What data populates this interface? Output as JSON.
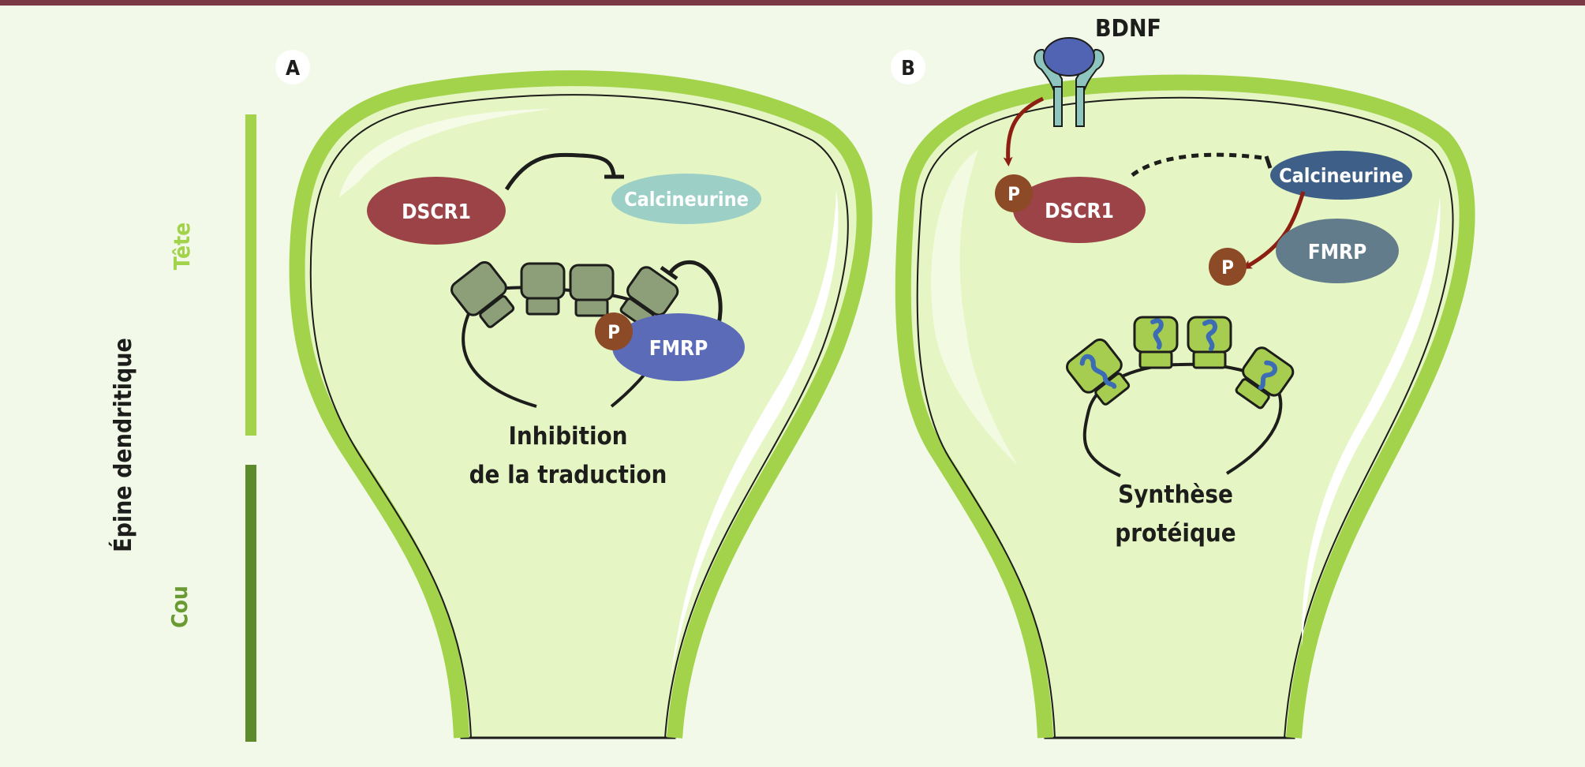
{
  "colors": {
    "background": "#f2f9e8",
    "top_bar": "#7a3a45",
    "membrane": "#a2d34b",
    "membrane_outline": "#1d1d1b",
    "cytoplasm": "#e5f6c4",
    "head_bar": "#a2d34b",
    "neck_bar": "#5d8a2a",
    "dscr1": "#9c4347",
    "calcineurine_inactive": "#9ccfc6",
    "calcineurine_active": "#3e5f87",
    "fmrp_active": "#5b6bb8",
    "fmrp_inactive": "#627c8c",
    "phosphate": "#8c4a26",
    "ribosome_inactive": "#8c9f78",
    "ribosome_active": "#a6cc50",
    "protein_chain": "#3c6cb4",
    "activation_arrow": "#8c1f12",
    "receptor": "#8ec6bf",
    "bdnf": "#5163b3"
  },
  "side_labels": {
    "head": "Tête",
    "neck": "Cou",
    "spine": "Épine dendritique"
  },
  "panel_a": {
    "badge": "A",
    "dscr1": "DSCR1",
    "calcineurine": "Calcineurine",
    "fmrp": "FMRP",
    "phosphate": "P",
    "caption_line1": "Inhibition",
    "caption_line2": "de la traduction"
  },
  "panel_b": {
    "badge": "B",
    "bdnf": "BDNF",
    "dscr1": "DSCR1",
    "calcineurine": "Calcineurine",
    "fmrp": "FMRP",
    "phosphate_dscr1": "P",
    "phosphate_fmrp": "P",
    "caption_line1": "Synthèse",
    "caption_line2": "protéique"
  }
}
